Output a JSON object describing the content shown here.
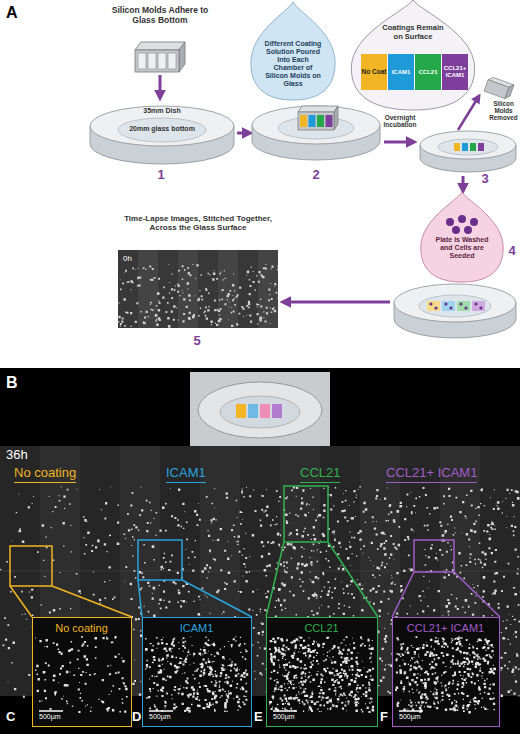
{
  "diagram": {
    "nodes": [
      {
        "text": [
          "35mm Dish",
          "20mm glass bottom"
        ]
      },
      {
        "text": [
          "Different Coating Solution Poured Into Each Chamber of Silicon Molds on Glass"
        ]
      },
      {
        "text": [
          "Coatings Remain on Surface"
        ]
      },
      {
        "text": [
          "No Coat"
        ],
        "in": 2
      },
      {
        "text": [
          "ICAM1"
        ],
        "in": 2
      },
      {
        "text": [
          "CCL21"
        ],
        "in": 2
      },
      {
        "text": [
          "CCL21+ ICAM1"
        ],
        "in": 2
      },
      {
        "text": [
          "Plate is Washed and Cells are Seeded"
        ]
      },
      {
        "text": [
          "Time-Lapse Images, Stitched Together, Across the Glass Surface",
          "0h"
        ]
      },
      {
        "text": [
          "36h",
          "No coating",
          "ICAM1",
          "CCL21",
          "CCL21+ ICAM1"
        ]
      },
      {
        "text": [
          "No coating",
          "500µm"
        ]
      },
      {
        "text": [
          "ICAM1",
          "500µm"
        ]
      },
      {
        "text": [
          "CCL21",
          "500µm"
        ]
      },
      {
        "text": [
          "CCL21+ ICAM1",
          "500µm"
        ]
      }
    ],
    "labels": [
      "A",
      "Silicon Molds Adhere to Glass Bottom",
      "1",
      "2",
      "Overnight Incubation",
      "Silicon Molds Removed",
      "3",
      "4",
      "5",
      "B",
      "C",
      "D",
      "E",
      "F"
    ]
  }
}
